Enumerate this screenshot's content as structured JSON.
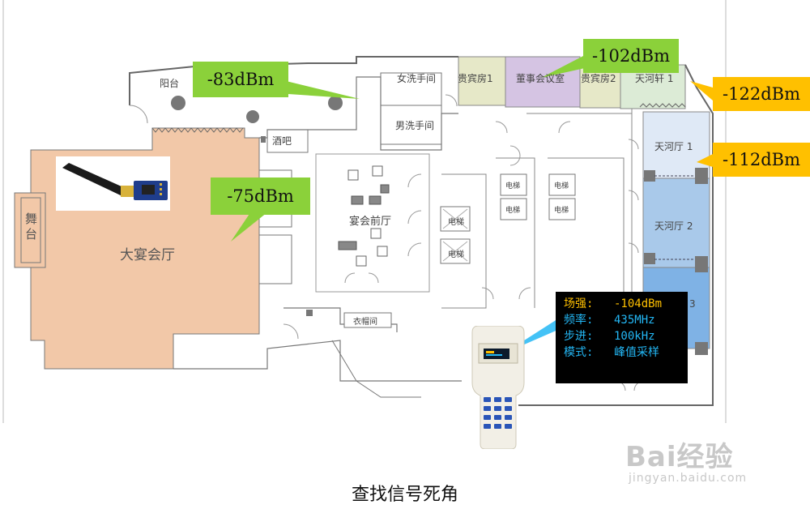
{
  "caption": "查找信号死角",
  "rooms": {
    "balcony": "阳台",
    "women_restroom": "女洗手间",
    "men_restroom": "男洗手间",
    "vip_room_1": "贵宾房1",
    "board_room": "董事会议室",
    "vip_room_2": "贵宾房2",
    "tianhe_top": "天河轩 1",
    "bar": "酒吧",
    "stage": "舞台",
    "grand_hall": "大宴会厅",
    "banquet_lobby": "宴会前厅",
    "elevator": "电梯",
    "cloakroom": "衣帽间",
    "tianhe_hall_1": "天河厅 1",
    "tianhe_hall_2": "天河厅 2",
    "tianhe_hall_3": "3"
  },
  "callouts": {
    "c1": "-83dBm",
    "c2": "-75dBm",
    "c3": "-102dBm",
    "c4": "-122dBm",
    "c5": "-112dBm"
  },
  "display": [
    {
      "key": "场强:",
      "value": "-104dBm"
    },
    {
      "key": "频率:",
      "value": "435MHz"
    },
    {
      "key": "步进:",
      "value": "100kHz"
    },
    {
      "key": "模式:",
      "value": "峰值采样"
    }
  ],
  "watermark": {
    "brand": "Bai经验",
    "url": "jingyan.baidu.com"
  },
  "colors": {
    "grand_hall": "#f2c8a8",
    "callout_green": "#8bd13a",
    "callout_orange": "#ffc000",
    "tianhe_blue_1": "#dfe9f6",
    "tianhe_blue_2": "#a9c9ea",
    "tianhe_blue_3": "#7fb2e5",
    "board_room": "#d5c4e3",
    "vip_room": "#e6e8c8",
    "display_bg": "#000000"
  }
}
